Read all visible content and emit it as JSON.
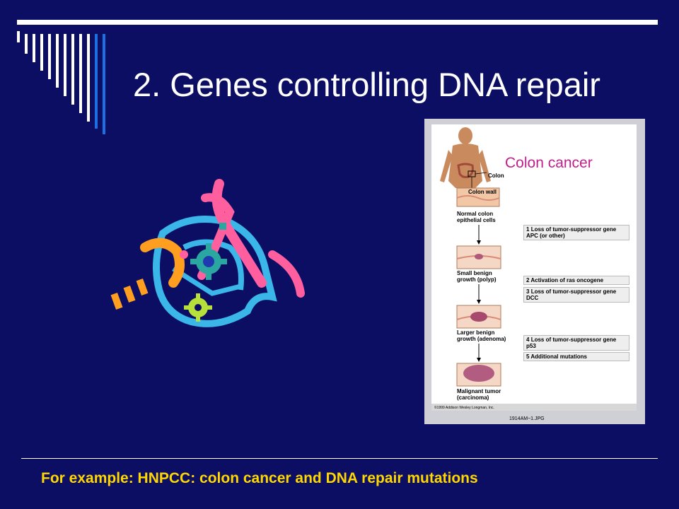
{
  "slide": {
    "title": "2. Genes controlling DNA repair",
    "footer": "For example: HNPCC: colon cancer and DNA repair mutations"
  },
  "figure": {
    "overlay_label": "Colon cancer",
    "labels": {
      "colon": "Colon",
      "colon_wall": "Colon wall",
      "stage1": "Normal colon\nepithelial cells",
      "stage2": "Small benign\ngrowth (polyp)",
      "stage3": "Larger benign\ngrowth (adenoma)",
      "stage4": "Malignant tumor\n(carcinoma)",
      "copyright": "©1999 Addison Wesley Longman, Inc.",
      "filename": "1914AM~1.JPG"
    },
    "steps": [
      {
        "num": "1",
        "text": "Loss of tumor-suppressor gene APC (or other)"
      },
      {
        "num": "2",
        "text": "Activation of ras oncogene"
      },
      {
        "num": "3",
        "text": "Loss of tumor-suppressor gene DCC"
      },
      {
        "num": "4",
        "text": "Loss of tumor-suppressor gene p53"
      },
      {
        "num": "5",
        "text": "Additional mutations"
      }
    ]
  },
  "colors": {
    "background": "#0b0e63",
    "title": "#ffffff",
    "footer": "#ffd700",
    "overlay_label": "#c0208c"
  },
  "icons": {
    "clipart": "dna-repair-clipart-icon",
    "decor": "vertical-bars-decoration-icon"
  }
}
